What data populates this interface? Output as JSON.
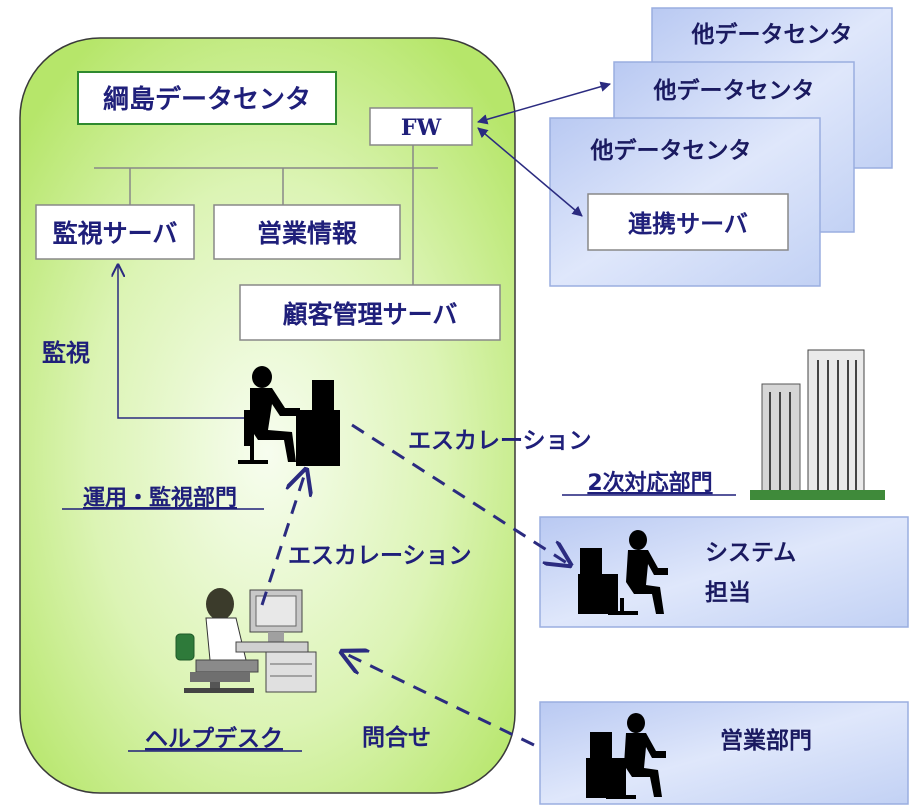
{
  "datacenter": {
    "title": "綱島データセンタ",
    "firewall": "FW",
    "servers": {
      "monitor": "監視サーバ",
      "sales_info": "営業情報",
      "customer": "顧客管理サーバ"
    },
    "monitor_label": "監視",
    "ops_dept": "運用・監視部門",
    "helpdesk": "ヘルプデスク"
  },
  "other_centers": {
    "labels": [
      "他データセンタ",
      "他データセンタ",
      "他データセンタ"
    ],
    "link_server": "連携サーバ"
  },
  "secondary": {
    "title": "2次対応部門",
    "system_staff_line1": "システム",
    "system_staff_line2": "担当",
    "sales_dept": "営業部門"
  },
  "flows": {
    "escalation_ops_to_system": "エスカレーション",
    "escalation_helpdesk_to_ops": "エスカレーション",
    "inquiry": "問合せ"
  },
  "colors": {
    "datacenter_fill_top": "#ffffff",
    "datacenter_fill_bottom": "#b8e86a",
    "box_blue": "#c9d6f5",
    "text_navy": "#1f1f7a",
    "arrow_navy": "#2b2b80"
  }
}
